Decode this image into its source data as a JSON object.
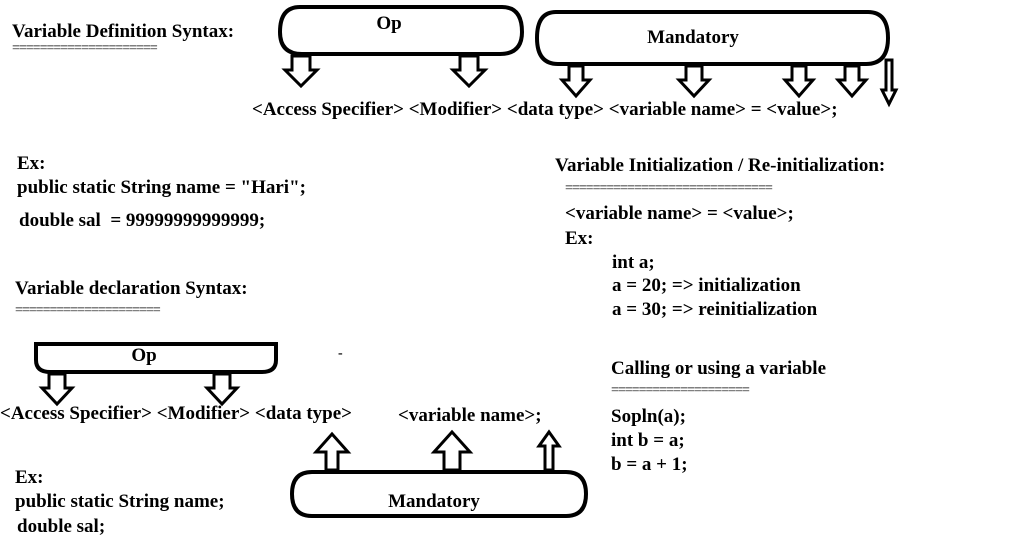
{
  "def": {
    "title": "Variable Definition Syntax:",
    "underline": "=====================",
    "optional_box": "Op",
    "mandatory_box": "Mandatory",
    "syntax": "<Access Specifier> <Modifier> <data type> <variable name> = <value>;"
  },
  "def_example": {
    "label": "Ex:",
    "line1": "public static String name = \"Hari\";",
    "line2": "double sal  = 99999999999999;"
  },
  "init": {
    "title": "Variable Initialization / Re-initialization:",
    "underline": "==============================",
    "syntax": "<variable name> = <value>;",
    "label": "Ex:",
    "line1": "int a;",
    "line2": "a = 20; => initialization",
    "line3": "a = 30; => reinitialization"
  },
  "decl": {
    "title": "Variable declaration Syntax:",
    "underline": "=====================",
    "optional_box": "Op",
    "syntax_left": "<Access Specifier> <Modifier> <data type>",
    "syntax_right": "<variable name>;",
    "mandatory_box": "Mandatory",
    "stray_mark": "-"
  },
  "decl_example": {
    "label": "Ex:",
    "line1": "public static String name;",
    "line2": "double sal;"
  },
  "calling": {
    "title": "Calling or using a variable",
    "underline": "====================",
    "line1": "Sopln(a);",
    "line2": "int b = a;",
    "line3": "b = a + 1;"
  }
}
